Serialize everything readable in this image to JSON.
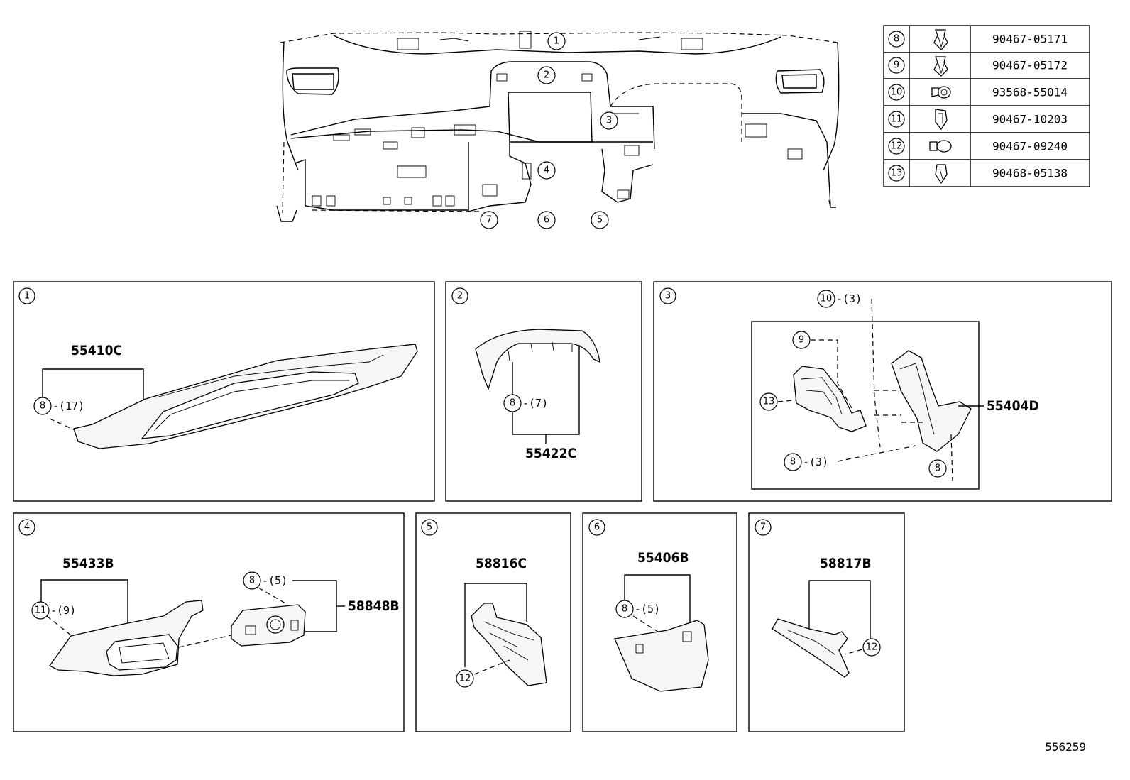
{
  "title": "",
  "illustration_id": "556259",
  "fastener_table": [
    {
      "ref": "8",
      "part_no": "90467-05171",
      "icon": "clip-icon"
    },
    {
      "ref": "9",
      "part_no": "90467-05172",
      "icon": "clip-icon"
    },
    {
      "ref": "10",
      "part_no": "93568-55014",
      "icon": "screw-icon"
    },
    {
      "ref": "11",
      "part_no": "90467-10203",
      "icon": "clip-icon"
    },
    {
      "ref": "12",
      "part_no": "90467-09240",
      "icon": "pin-icon"
    },
    {
      "ref": "13",
      "part_no": "90468-05138",
      "icon": "clip-icon"
    }
  ],
  "overview_callouts": [
    "1",
    "2",
    "3",
    "4",
    "7",
    "6",
    "5"
  ],
  "panels": [
    {
      "id": "1",
      "parts": [
        {
          "part_no": "55410C"
        }
      ],
      "callouts": [
        {
          "ref": "8",
          "qty": "-(17)"
        }
      ]
    },
    {
      "id": "2",
      "parts": [
        {
          "part_no": "55422C"
        }
      ],
      "callouts": [
        {
          "ref": "8",
          "qty": "-(7)"
        }
      ]
    },
    {
      "id": "3",
      "parts": [
        {
          "part_no": "55404D"
        }
      ],
      "callouts": [
        {
          "ref": "10",
          "qty": "-(3)"
        },
        {
          "ref": "9",
          "qty": ""
        },
        {
          "ref": "13",
          "qty": ""
        },
        {
          "ref": "8",
          "qty": "-(3)"
        },
        {
          "ref": "8",
          "qty": ""
        }
      ]
    },
    {
      "id": "4",
      "parts": [
        {
          "part_no": "55433B"
        },
        {
          "part_no": "58848B"
        }
      ],
      "callouts": [
        {
          "ref": "11",
          "qty": "-(9)"
        },
        {
          "ref": "8",
          "qty": "-(5)"
        }
      ]
    },
    {
      "id": "5",
      "parts": [
        {
          "part_no": "58816C"
        }
      ],
      "callouts": [
        {
          "ref": "12",
          "qty": ""
        }
      ]
    },
    {
      "id": "6",
      "parts": [
        {
          "part_no": "55406B"
        }
      ],
      "callouts": [
        {
          "ref": "8",
          "qty": "-(5)"
        }
      ]
    },
    {
      "id": "7",
      "parts": [
        {
          "part_no": "58817B"
        }
      ],
      "callouts": [
        {
          "ref": "12",
          "qty": ""
        }
      ]
    }
  ]
}
